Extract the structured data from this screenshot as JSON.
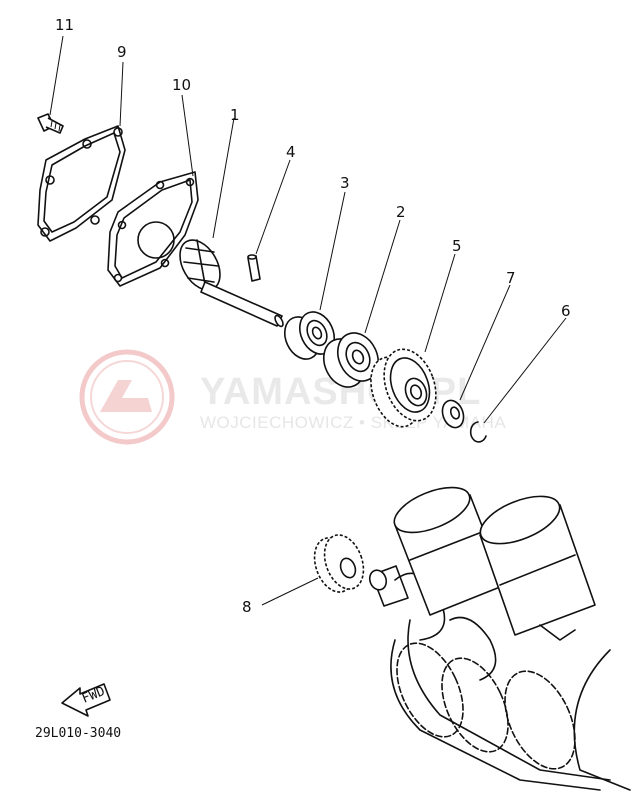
{
  "watermark": {
    "brand": "YAMASHOP.PL",
    "tagline": "WOJCIECHOWICZ • SKLEP YAMAHA",
    "logo_color": "#f2c4c4"
  },
  "callouts": [
    "11",
    "9",
    "10",
    "1",
    "4",
    "3",
    "2",
    "5",
    "7",
    "6",
    "8"
  ],
  "fwd_label": "FWD",
  "diagram_code": "29L010-3040"
}
